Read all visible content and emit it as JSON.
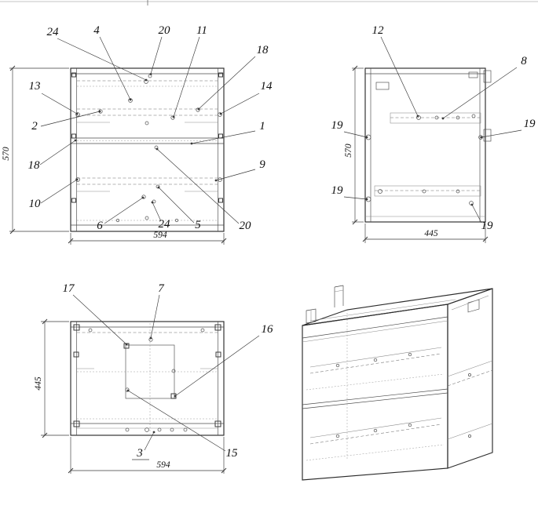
{
  "drawing": {
    "front_view": {
      "callouts": [
        "24",
        "4",
        "20",
        "11",
        "18",
        "13",
        "14",
        "2",
        "1",
        "18",
        "9",
        "10",
        "6",
        "24",
        "5",
        "20"
      ],
      "dim_width": "594",
      "dim_height": "570"
    },
    "side_view": {
      "callouts": [
        "12",
        "8",
        "19",
        "19",
        "19",
        "19"
      ],
      "dim_depth": "445",
      "dim_height": "570"
    },
    "top_view": {
      "callouts": [
        "17",
        "7",
        "16",
        "3",
        "15"
      ],
      "dim_width": "594",
      "dim_depth": "445"
    }
  }
}
